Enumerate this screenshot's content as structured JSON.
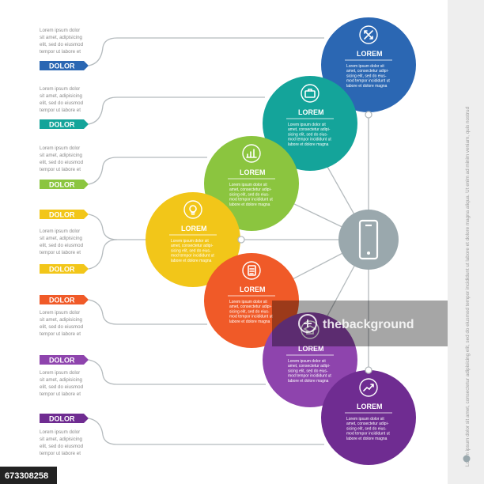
{
  "colors": {
    "blue": "#2b67b3",
    "teal": "#14a49a",
    "green": "#8bc53f",
    "yellow": "#f2c619",
    "orange": "#f05a28",
    "purple": "#8e44ad",
    "violet": "#6f2c91",
    "hub": "#9aa8ad",
    "connector": "#b5bbbe"
  },
  "left_blocks": [
    {
      "lines": [
        "Lorem ipsum dolor",
        "sit amet, adipisicing",
        "elit, sed do eiusmod",
        "tempor ut labore et"
      ],
      "tag": "DOLOR",
      "color": "#2b67b3"
    },
    {
      "lines": [
        "Lorem ipsum dolor",
        "sit amet, adipisicing",
        "elit, sed do eiusmod",
        "tempor ut labore et"
      ],
      "tag": "DOLOR",
      "color": "#14a49a"
    },
    {
      "lines": [
        "Lorem ipsum dolor",
        "sit amet, adipisicing",
        "elit, sed do eiusmod",
        "tempor ut labore et"
      ],
      "tag": "DOLOR",
      "color": "#8bc53f"
    },
    {
      "lines": [
        "Lorem ipsum dolor",
        "sit amet, adipisicing",
        "elit, sed do eiusmod",
        "tempor ut labore et"
      ],
      "tag": "DOLOR",
      "color": "#f2c619"
    },
    {
      "lines": [
        "Lorem ipsum dolor",
        "sit amet, adipisicing",
        "elit, sed do eiusmod",
        "tempor ut labore et"
      ],
      "tag": "DOLOR",
      "color": "#f05a28"
    },
    {
      "lines": [
        "Lorem ipsum dolor",
        "sit amet, adipisicing",
        "elit, sed do eiusmod",
        "tempor ut labore et"
      ],
      "tag": "DOLOR",
      "color": "#8e44ad"
    },
    {
      "lines": [
        "Lorem ipsum dolor",
        "sit amet, adipisicing",
        "elit, sed do eiusmod",
        "tempor ut labore et"
      ],
      "tag": "DOLOR",
      "color": "#6f2c91"
    }
  ],
  "yellow_bottom_tag": "DOLOR",
  "circles": [
    {
      "title": "LOREM",
      "icon": "arrows-icon",
      "color": "#2b67b3",
      "body": [
        "Lorem ipsum dolor sit",
        "amet, consectetur adipi-",
        "sicing elit, sed do eius-",
        "mod tempor incididunt ut",
        "labore et dolore magna"
      ]
    },
    {
      "title": "LOREM",
      "icon": "briefcase-icon",
      "color": "#14a49a",
      "body": [
        "Lorem ipsum dolor sit",
        "amet, consectetur adipi-",
        "sicing elit, sed do eius-",
        "mod tempor incididunt ut",
        "labore et dolore magna"
      ]
    },
    {
      "title": "LOREM",
      "icon": "bar-chart-icon",
      "color": "#8bc53f",
      "body": [
        "Lorem ipsum dolor sit",
        "amet, consectetur adipi-",
        "sicing elit, sed do eius-",
        "mod tempor incididunt ut",
        "labore et dolore magna"
      ]
    },
    {
      "title": "LOREM",
      "icon": "lightbulb-icon",
      "color": "#f2c619",
      "body": [
        "Lorem ipsum dolor sit",
        "amet, consectetur adipi-",
        "sicing elit, sed do eius-",
        "mod tempor incididunt ut",
        "labore et dolore magna"
      ]
    },
    {
      "title": "LOREM",
      "icon": "document-icon",
      "color": "#f05a28",
      "body": [
        "Lorem ipsum dolor sit",
        "amet, consectetur adipi-",
        "sicing elit, sed do eius-",
        "mod tempor incididunt ut",
        "labore et dolore magna"
      ]
    },
    {
      "title": "LOREM",
      "icon": "graduation-cap-icon",
      "color": "#8e44ad",
      "body": [
        "Lorem ipsum dolor sit",
        "amet, consectetur adipi-",
        "sicing elit, sed do eius-",
        "mod tempor incididunt ut",
        "labore et dolore magna"
      ]
    },
    {
      "title": "LOREM",
      "icon": "trend-arrow-icon",
      "color": "#6f2c91",
      "body": [
        "Lorem ipsum dolor sit",
        "amet, consectetur adipi-",
        "sicing elit, sed do eius-",
        "mod tempor incididunt ut",
        "labore et dolore magna"
      ]
    }
  ],
  "hub": {
    "icon": "smartphone-icon"
  },
  "side_text": "Lorem ipsum dolor sit amet, consectetur adipisicing elit, sed do eiusmod tempor incididunt ut labore et dolore magna aliqua. Ut enim ad minim veniam, quis nostrud",
  "watermark": {
    "brand": "thebackground"
  },
  "stock_id": "673308258"
}
